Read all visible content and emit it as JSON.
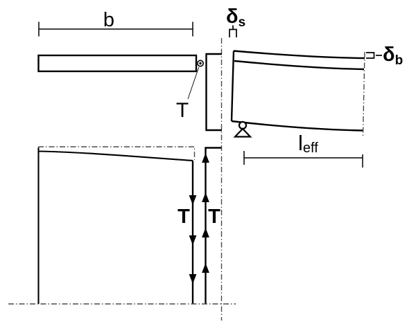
{
  "colors": {
    "ink": "#000000",
    "centerline": "#4a4a4a",
    "background": "#ffffff"
  },
  "labels": {
    "slab_width": "b",
    "connector_force": "T",
    "slip": {
      "symbol": "δ",
      "subscript": "s"
    },
    "beam_deflection": {
      "symbol": "δ",
      "subscript": "b"
    },
    "effective_span": {
      "symbol": "l",
      "subscript": "eff"
    },
    "shear_flow_left": "T",
    "shear_flow_right": "T"
  }
}
